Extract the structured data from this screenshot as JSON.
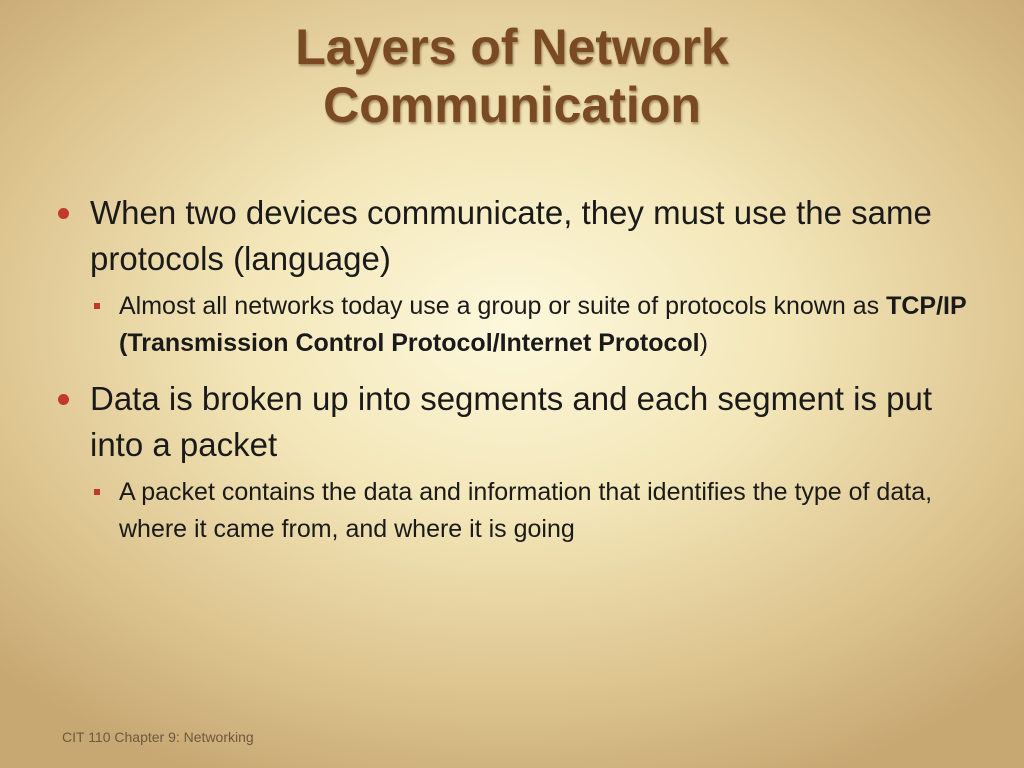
{
  "slide": {
    "title_line1": "Layers of Network",
    "title_line2": "Communication",
    "bullets": [
      {
        "text": "When two devices communicate, they must use the same protocols (language)",
        "sub": {
          "text_before": "Almost all networks today use a group or suite of protocols known as ",
          "text_bold": "TCP/IP (Transmission Control Protocol/Internet Protocol",
          "text_after": ")"
        }
      },
      {
        "text": "Data is broken up into segments and each segment is put into a packet",
        "sub": {
          "text": "A packet contains the data and information that identifies the type of data, where it came from, and where it is going"
        }
      }
    ],
    "footer": "CIT 110 Chapter 9: Networking"
  },
  "colors": {
    "title": "#7a4a24",
    "bullet": "#c0392b",
    "body_text": "#1a1a1a",
    "background_center": "#fdf8dc",
    "background_edge": "#c7a873"
  }
}
